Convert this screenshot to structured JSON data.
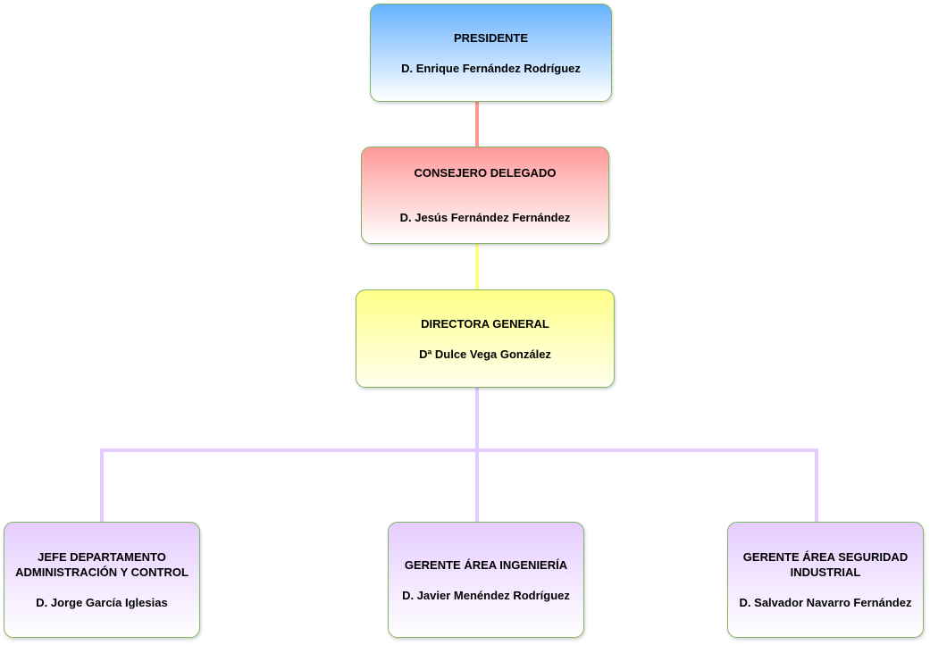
{
  "colors": {
    "president_fill_top": "#66b2ff",
    "ceo_fill_top": "#ff9999",
    "gm_fill_top": "#ffff88",
    "managers_fill_top": "#e5ccff",
    "node_border": "#82b366",
    "connector_president_ceo": "#ff9999",
    "connector_ceo_gm": "#ffff88",
    "connector_gm_managers": "#e5ccff"
  },
  "org": {
    "president": {
      "role": "PRESIDENTE",
      "person": "D. Enrique Fernández Rodríguez"
    },
    "ceo": {
      "role": "CONSEJERO DELEGADO",
      "person": "D. Jesús Fernández Fernández"
    },
    "general_manager": {
      "role": "DIRECTORA GENERAL",
      "person": "Dª Dulce Vega González"
    },
    "managers": [
      {
        "role": "JEFE DEPARTAMENTO\nADMINISTRACIÓN Y CONTROL",
        "person": "D. Jorge García Iglesias"
      },
      {
        "role": "GERENTE ÁREA INGENIERÍA",
        "person": "D. Javier Menéndez Rodríguez"
      },
      {
        "role": "GERENTE ÁREA SEGURIDAD\nINDUSTRIAL",
        "person": "D. Salvador Navarro Fernández"
      }
    ]
  }
}
